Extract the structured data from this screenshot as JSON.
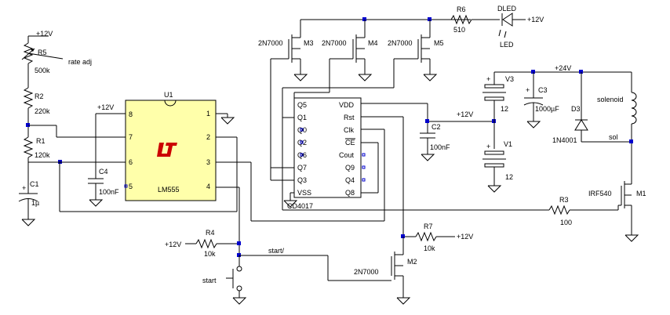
{
  "colors": {
    "wire": "#000000",
    "junction": "#0000cc",
    "lm555_body": "#ffffaa",
    "lt_logo": "#cc0000",
    "background": "#ffffff"
  },
  "icons": {
    "lt_logo": "linear-technology-logo-icon"
  },
  "rails": {
    "v12": "+12V",
    "v24": "+24V"
  },
  "nets": {
    "rate_adj": "rate adj",
    "start_net": "start/",
    "start": "start",
    "sol": "sol",
    "solenoid": "solenoid"
  },
  "components": {
    "R5": {
      "ref": "R5",
      "value": "500k"
    },
    "R2": {
      "ref": "R2",
      "value": "220k"
    },
    "R1": {
      "ref": "R1",
      "value": "120k"
    },
    "C1": {
      "ref": "C1",
      "value": "1µ"
    },
    "C4": {
      "ref": "C4",
      "value": "100nF"
    },
    "U1": {
      "ref": "U1",
      "part": "LM555"
    },
    "R4": {
      "ref": "R4",
      "value": "10k"
    },
    "M3": {
      "ref": "M3",
      "part": "2N7000"
    },
    "M4": {
      "ref": "M4",
      "part": "2N7000"
    },
    "M5": {
      "ref": "M5",
      "part": "2N7000"
    },
    "R6": {
      "ref": "R6",
      "value": "510"
    },
    "DLED": {
      "ref": "DLED",
      "label": "LED"
    },
    "U2": {
      "part": "CD4017"
    },
    "C2": {
      "ref": "C2",
      "value": "100nF"
    },
    "V3": {
      "ref": "V3",
      "value": "12"
    },
    "V1": {
      "ref": "V1",
      "value": "12"
    },
    "C3": {
      "ref": "C3",
      "value": "1000µF"
    },
    "D3": {
      "ref": "D3",
      "part": "1N4001"
    },
    "M1": {
      "ref": "M1",
      "part": "IRF540"
    },
    "R3": {
      "ref": "R3",
      "value": "100"
    },
    "R7": {
      "ref": "R7",
      "value": "10k"
    },
    "M2": {
      "ref": "M2",
      "part": "2N7000"
    }
  },
  "pins": {
    "lm555": {
      "p1": "1",
      "p2": "2",
      "p3": "3",
      "p4": "4",
      "p5": "5",
      "p6": "6",
      "p7": "7",
      "p8": "8"
    },
    "cd4017": {
      "q5": "Q5",
      "q1": "Q1",
      "q0": "Q0",
      "q2": "Q2",
      "q6": "Q6",
      "q7": "Q7",
      "q3": "Q3",
      "vss": "VSS",
      "vdd": "VDD",
      "rst": "Rst",
      "clk": "Clk",
      "ce": "CE",
      "cout": "Cout",
      "q9": "Q9",
      "q4": "Q4",
      "q8": "Q8"
    }
  },
  "polarity": {
    "plus": "+"
  }
}
